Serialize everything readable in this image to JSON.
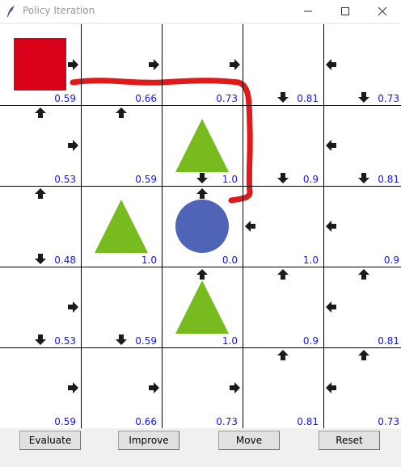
{
  "window": {
    "title": "Policy Iteration",
    "icons": [
      "feather-icon",
      "minimize-icon",
      "maximize-icon",
      "close-icon"
    ]
  },
  "grid": {
    "rows": 5,
    "cols": 5,
    "values": [
      [
        "0.59",
        "0.66",
        "0.73",
        "0.81",
        "0.73"
      ],
      [
        "0.53",
        "0.59",
        "1.0",
        "0.9",
        "0.81"
      ],
      [
        "0.48",
        "1.0",
        "0.0",
        "1.0",
        "0.9"
      ],
      [
        "0.53",
        "0.59",
        "1.0",
        "0.9",
        "0.81"
      ],
      [
        "0.59",
        "0.66",
        "0.73",
        "0.81",
        "0.73"
      ]
    ],
    "arrows": [
      [
        [
          "right"
        ],
        [
          "right"
        ],
        [
          "right"
        ],
        [
          "down"
        ],
        [
          "left",
          "down"
        ]
      ],
      [
        [
          "up",
          "right"
        ],
        [
          "up"
        ],
        [
          "down"
        ],
        [
          "down"
        ],
        [
          "left",
          "down"
        ]
      ],
      [
        [
          "up",
          "down"
        ],
        [],
        [
          "up"
        ],
        [
          "left"
        ],
        [
          "left"
        ]
      ],
      [
        [
          "right",
          "down"
        ],
        [
          "down"
        ],
        [
          "up"
        ],
        [
          "up"
        ],
        [
          "up",
          "left"
        ]
      ],
      [
        [
          "right"
        ],
        [
          "right"
        ],
        [
          "right"
        ],
        [
          "up"
        ],
        [
          "up",
          "left"
        ]
      ]
    ],
    "objects": [
      {
        "kind": "agent-square",
        "row": 0,
        "col": 0,
        "color": "#d9001a"
      },
      {
        "kind": "triangle",
        "row": 1,
        "col": 2,
        "color": "#77bb1f"
      },
      {
        "kind": "triangle",
        "row": 2,
        "col": 1,
        "color": "#77bb1f"
      },
      {
        "kind": "circle",
        "row": 2,
        "col": 2,
        "color": "#4f64b6"
      },
      {
        "kind": "triangle",
        "row": 3,
        "col": 2,
        "color": "#77bb1f"
      }
    ],
    "line_color": "#000000",
    "value_color": "#1515e6",
    "arrow_color": "#1a1a1a",
    "path_color": "#e01a1a"
  },
  "buttons": {
    "evaluate": "Evaluate",
    "improve": "Improve",
    "move": "Move",
    "reset": "Reset"
  }
}
